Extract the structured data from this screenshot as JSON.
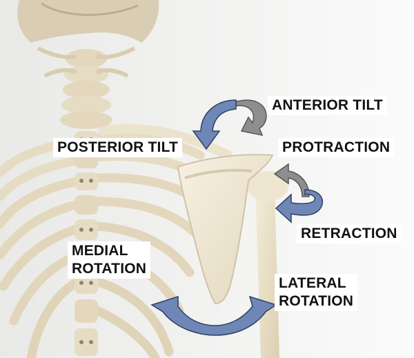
{
  "labels": {
    "anterior_tilt": "ANTERIOR TILT",
    "posterior_tilt": "POSTERIOR TILT",
    "protraction": "PROTRACTION",
    "retraction": "RETRACTION",
    "medial_rotation_line1": "MEDIAL",
    "medial_rotation_line2": "ROTATION",
    "lateral_rotation_line1": "LATERAL",
    "lateral_rotation_line2": "ROTATION"
  },
  "colors": {
    "blue_arrow": "#6e87b6",
    "gray_arrow": "#8e8e8e",
    "bone": "#ece3cc",
    "background": "#ffffff"
  },
  "image": {
    "subject": "skeleton model back view showing scapula and humerus",
    "icons": [
      "blue-curved-arrow",
      "gray-curved-arrow",
      "double-headed-arrow"
    ]
  }
}
